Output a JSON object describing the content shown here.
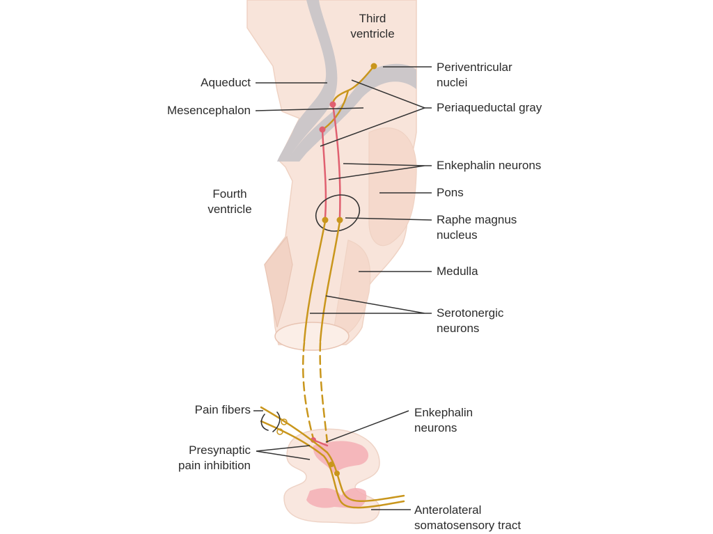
{
  "labels": {
    "third_ventricle_1": "Third",
    "third_ventricle_2": "ventricle",
    "aqueduct": "Aqueduct",
    "mesencephalon": "Mesencephalon",
    "fourth_ventricle_1": "Fourth",
    "fourth_ventricle_2": "ventricle",
    "periventricular_1": "Periventricular",
    "periventricular_2": "nuclei",
    "periaqueductal": "Periaqueductal gray",
    "enkephalin_neurons": "Enkephalin neurons",
    "pons": "Pons",
    "raphe_1": "Raphe magnus",
    "raphe_2": "nucleus",
    "medulla": "Medulla",
    "serotonergic_1": "Serotonergic",
    "serotonergic_2": "neurons",
    "pain_fibers": "Pain fibers",
    "presynaptic_1": "Presynaptic",
    "presynaptic_2": "pain inhibition",
    "enkephalin_lower_1": "Enkephalin",
    "enkephalin_lower_2": "neurons",
    "anterolateral_1": "Anterolateral",
    "anterolateral_2": "somatosensory tract"
  },
  "colors": {
    "tissue": "#f8e4da",
    "tissue_edge": "#efd2c3",
    "ventricle": "#c9c5c8",
    "serotonergic_fiber": "#c9961c",
    "enkephalin_fiber": "#e06070",
    "gray_matter": "#f4aeb5",
    "leader": "#333333"
  }
}
